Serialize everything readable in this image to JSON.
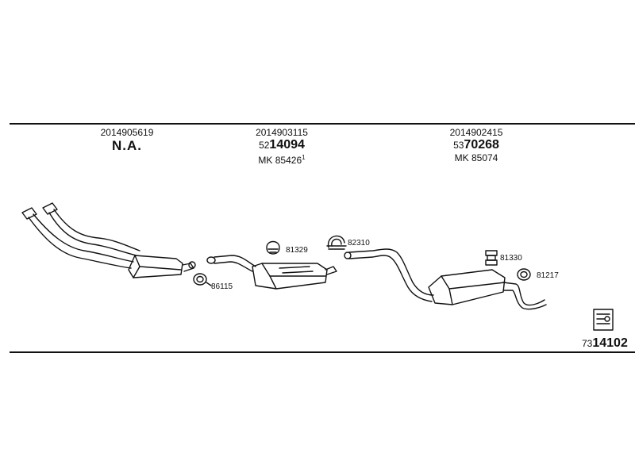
{
  "columns": [
    {
      "code": "2014905619",
      "label": "N.A."
    },
    {
      "code": "2014903115",
      "number_prefix": "52",
      "number_main": "14094",
      "mk": "MK  85426",
      "mk_sup": "1"
    },
    {
      "code": "2014902415",
      "number_prefix": "53",
      "number_main": "70268",
      "mk": "MK  85074"
    }
  ],
  "callouts": {
    "ring_1": "86115",
    "clamp_1": "81329",
    "clamp_2": "82310",
    "mount_1": "81330",
    "ring_2": "81217"
  },
  "footer": {
    "prefix": "73",
    "main": "14102"
  },
  "icons": [
    "catalog-reference-icon"
  ],
  "colors": {
    "ink": "#111111",
    "background": "#ffffff"
  }
}
